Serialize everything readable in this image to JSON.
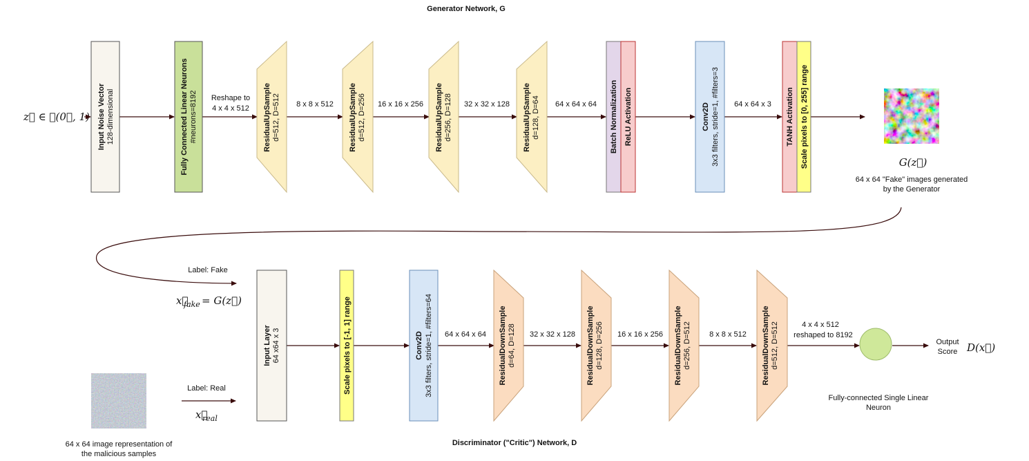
{
  "generator": {
    "title": "Generator Network, G",
    "input_formula": "z⃗ ∈ 𝒩(0⃗, 1)",
    "blocks": {
      "noise": {
        "title": "Input Noise Vector",
        "sub": "128-dimensional"
      },
      "fc": {
        "title": "Fully Connected Linear Neurons",
        "sub": "#neurons=8192"
      },
      "up1": {
        "title": "ResidualUpSample",
        "sub": "d=512, D=512"
      },
      "up2": {
        "title": "ResidualUpSample",
        "sub": "d=512, D=256"
      },
      "up3": {
        "title": "ResidualUpSample",
        "sub": "d=256, D=128"
      },
      "up4": {
        "title": "ResidualUpSample",
        "sub": "d=128, D=64"
      },
      "bn": {
        "title": "Batch Normalization"
      },
      "relu": {
        "title": "ReLU Activation"
      },
      "conv": {
        "title": "Conv2D",
        "sub": "3x3 filters, stride=1, #filters=3"
      },
      "tanh": {
        "title": "TANH Activation"
      },
      "scale": {
        "title": "Scale pixels to [0, 255] range"
      }
    },
    "edges": {
      "reshape_line1": "Reshape to",
      "reshape_line2": "4 x 4 x 512",
      "e2": "8 x 8 x 512",
      "e3": "16 x 16 x 256",
      "e4": "32 x 32 x 128",
      "e5": "64 x 64 x 64",
      "e6": "64 x 64 x 3"
    },
    "output_formula": "G(z⃗)",
    "output_caption_line1": "64 x 64 \"Fake\" images generated",
    "output_caption_line2": "by the Generator"
  },
  "discriminator": {
    "title": "Discriminator (\"Critic\") Network, D",
    "label_fake": "Label: Fake",
    "x_fake": "x⃗",
    "x_fake_sub": "fake",
    "x_fake_eq": "= G(z⃗)",
    "label_real": "Label: Real",
    "x_real": "x⃗",
    "x_real_sub": "real",
    "real_caption_line1": "64 x 64 image representation of",
    "real_caption_line2": "the malicious samples",
    "blocks": {
      "input": {
        "title": "Input Layer",
        "sub": "64 x64 x 3"
      },
      "scale": {
        "title": "Scale pixels to [-1, 1] range"
      },
      "conv": {
        "title": "Conv2D",
        "sub": "3x3 filters, stride=1, #filters=64"
      },
      "down1": {
        "title": "ResidualDownSample",
        "sub": "d=64, D=128"
      },
      "down2": {
        "title": "ResidualDownSample",
        "sub": "d=128, D=256"
      },
      "down3": {
        "title": "ResidualDownSample",
        "sub": "d=256, D=512"
      },
      "down4": {
        "title": "ResidualDownSample",
        "sub": "d=512, D=512"
      }
    },
    "edges": {
      "e1": "64 x 64 x 64",
      "e2": "32 x 32 x 128",
      "e3": "16 x 16 x 256",
      "e4": "8 x 8 x 512",
      "e5_line1": "4 x 4 x 512",
      "e5_line2": "reshaped to 8192"
    },
    "neuron_caption_line1": "Fully-connected Single Linear",
    "neuron_caption_line2": "Neuron",
    "output_line1": "Output",
    "output_line2": "Score",
    "output_formula": "D(x⃗)"
  },
  "colors": {
    "noise_fill": "#f8f5ee",
    "fc_fill": "#c9e09a",
    "up_fill": "#fcefc3",
    "down_fill": "#fbdcc0",
    "bn_fill": "#e3d6ea",
    "relu_fill": "#f7cccc",
    "conv_fill": "#d7e6f6",
    "yellow_fill": "#ffff88",
    "neuron_fill": "#cfe89a",
    "arrow": "#3a0d0d"
  }
}
